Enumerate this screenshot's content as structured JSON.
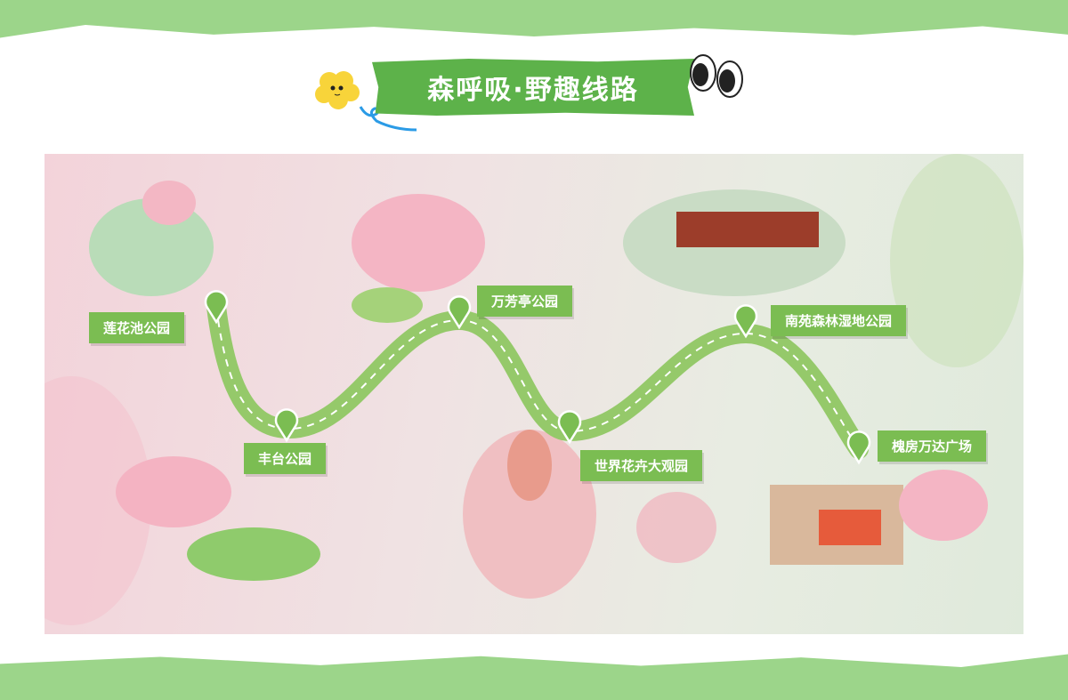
{
  "title": "森呼吸·野趣线路",
  "stops": [
    {
      "name": "莲花池公园"
    },
    {
      "name": "丰台公园"
    },
    {
      "name": "万芳亭公园"
    },
    {
      "name": "世界花卉大观园"
    },
    {
      "name": "南苑森林湿地公园"
    },
    {
      "name": "槐房万达广场"
    }
  ],
  "colors": {
    "frame": "#9cd58a",
    "banner": "#5db24a",
    "label": "#7bbd52",
    "road": "#95c96a"
  }
}
